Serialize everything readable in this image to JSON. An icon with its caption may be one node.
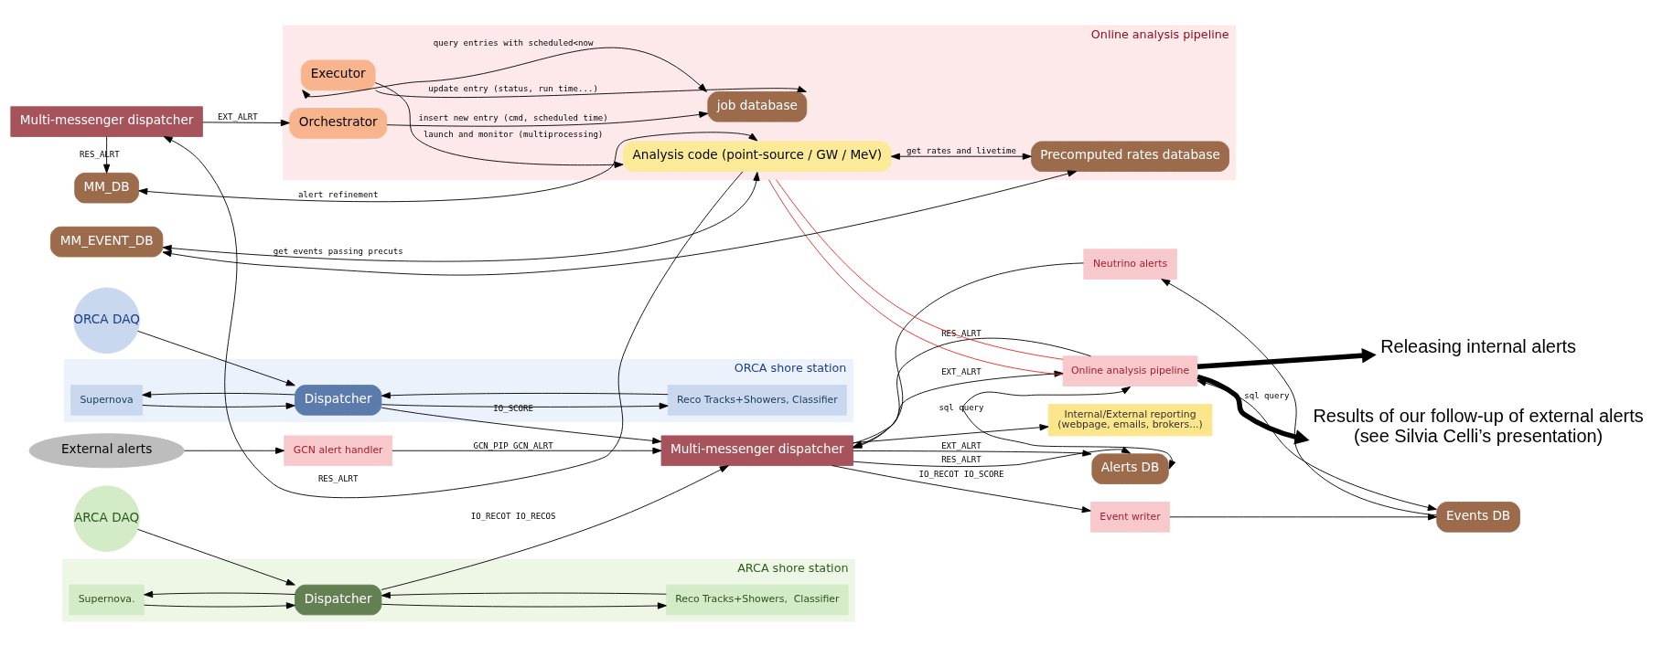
{
  "diagram": {
    "nodes": [
      {
        "text": [
          "ORCA DAQ"
        ]
      },
      {
        "text": [
          "ORCA shore station"
        ]
      },
      {
        "text": [
          "Supernova"
        ],
        "in": 1
      },
      {
        "text": [
          "Dispatcher"
        ],
        "in": 1
      },
      {
        "text": [
          "Reco Tracks+Showers, Classifier"
        ],
        "in": 1
      },
      {
        "text": [
          "ARCA DAQ"
        ]
      },
      {
        "text": [
          "ARCA shore station"
        ]
      },
      {
        "text": [
          "Supernova."
        ],
        "in": 6
      },
      {
        "text": [
          "Dispatcher"
        ],
        "in": 6
      },
      {
        "text": [
          "Reco Tracks+Showers,  Classifier"
        ],
        "in": 6
      },
      {
        "text": [
          "Event writer"
        ]
      },
      {
        "text": [
          "Events DB"
        ]
      },
      {
        "text": [
          "Neutrino alerts"
        ]
      },
      {
        "text": [
          "Multi-messenger dispatcher"
        ]
      },
      {
        "text": [
          "Online analysis pipeline"
        ]
      },
      {
        "text": [
          "Alerts DB"
        ]
      },
      {
        "text": [
          "GCN alert handler"
        ]
      },
      {
        "text": [
          "Internal/External reporting",
          "(webpage, emails, brokers...)"
        ]
      },
      {
        "text": [
          "External alerts"
        ]
      },
      {
        "text": [
          "Results of our follow-up of external alerts",
          "(see Silvia Celli’s presentation)"
        ]
      },
      {
        "text": [
          "Releasing internal alerts"
        ]
      },
      {
        "text": [
          "MM_DB"
        ]
      },
      {
        "text": [
          "Multi-messenger dispatcher"
        ]
      },
      {
        "text": [
          "MM_EVENT_DB"
        ]
      },
      {
        "text": [
          "Online analysis pipeline"
        ]
      },
      {
        "text": [
          "Analysis code (point-source / GW / MeV)"
        ],
        "in": 24
      },
      {
        "text": [
          "Orchestrator"
        ],
        "in": 24
      },
      {
        "text": [
          "Executor"
        ],
        "in": 24
      },
      {
        "text": [
          "job database"
        ],
        "in": 24
      },
      {
        "text": [
          "Precomputed rates database"
        ],
        "in": 24
      }
    ],
    "edges": [
      {
        "from": 0,
        "to": 3,
        "arrow": "to"
      },
      {
        "from": 3,
        "to": 2,
        "arrow": "to"
      },
      {
        "from": 2,
        "to": 3,
        "arrow": "to"
      },
      {
        "from": 4,
        "to": 3,
        "arrow": "to"
      },
      {
        "from": 3,
        "to": 4,
        "arrow": "to"
      },
      {
        "from": 5,
        "to": 8,
        "arrow": "to"
      },
      {
        "from": 8,
        "to": 7,
        "arrow": "to"
      },
      {
        "from": 7,
        "to": 8,
        "arrow": "to"
      },
      {
        "from": 9,
        "to": 8,
        "arrow": "to"
      },
      {
        "from": 8,
        "to": 9,
        "arrow": "to"
      },
      {
        "from": 3,
        "to": 13,
        "arrow": "to",
        "label": "IO_SCORE"
      },
      {
        "from": 8,
        "to": 13,
        "arrow": "to",
        "label": "IO_RECOT IO_RECOS"
      },
      {
        "from": 13,
        "to": 10,
        "arrow": "to",
        "label": "IO_RECOT IO_SCORE"
      },
      {
        "from": 10,
        "to": 11,
        "arrow": "to"
      },
      {
        "from": 11,
        "to": 12,
        "arrow": "to"
      },
      {
        "from": 12,
        "to": 13,
        "arrow": "to"
      },
      {
        "from": 13,
        "to": 14,
        "arrow": "to",
        "label": "EXT_ALRT"
      },
      {
        "from": 14,
        "to": 13,
        "arrow": "to",
        "label": "RES_ALRT"
      },
      {
        "from": 14,
        "to": 11,
        "arrow": "both",
        "label": "sql query"
      },
      {
        "from": 13,
        "to": 15,
        "arrow": "to",
        "label": "EXT_ALRT"
      },
      {
        "from": 13,
        "to": 15,
        "arrow": "to",
        "label": "RES_ALRT"
      },
      {
        "from": 14,
        "to": 15,
        "arrow": "both",
        "label": "sql query"
      },
      {
        "from": 16,
        "to": 13,
        "arrow": "to",
        "label": "GCN_PIP GCN_ALRT"
      },
      {
        "from": 13,
        "to": 17,
        "arrow": "to"
      },
      {
        "from": 18,
        "to": 16,
        "arrow": "to"
      },
      {
        "from": 14,
        "to": 19,
        "arrow": "to",
        "style": "thick"
      },
      {
        "from": 14,
        "to": 20,
        "arrow": "to",
        "style": "thick"
      },
      {
        "from": 14,
        "to": 24,
        "arrow": "none",
        "color": "#e8281e"
      },
      {
        "from": 14,
        "to": 24,
        "arrow": "none",
        "color": "#e8281e"
      },
      {
        "from": 21,
        "to": 25,
        "arrow": "both",
        "label": "alert refinement"
      },
      {
        "from": 25,
        "to": 22,
        "arrow": "to",
        "label": "RES_ALRT"
      },
      {
        "from": 22,
        "to": 21,
        "arrow": "to",
        "label": "RES_ALRT"
      },
      {
        "from": 22,
        "to": 26,
        "arrow": "to",
        "label": "EXT_ALRT"
      },
      {
        "from": 26,
        "to": 28,
        "arrow": "to",
        "label": "insert new entry (cmd, scheduled time)"
      },
      {
        "from": 27,
        "to": 28,
        "arrow": "both",
        "label": "query entries with scheduled<now"
      },
      {
        "from": 27,
        "to": 25,
        "arrow": "to",
        "label": "launch and monitor (multiprocessing)"
      },
      {
        "from": 27,
        "to": 28,
        "arrow": "to",
        "label": "update entry (status, run time...)"
      },
      {
        "from": 25,
        "to": 29,
        "arrow": "both",
        "label": "get rates and livetime"
      },
      {
        "from": 23,
        "to": 25,
        "arrow": "both",
        "label": "get events passing precuts"
      },
      {
        "from": 23,
        "to": 29,
        "arrow": "both"
      }
    ]
  }
}
